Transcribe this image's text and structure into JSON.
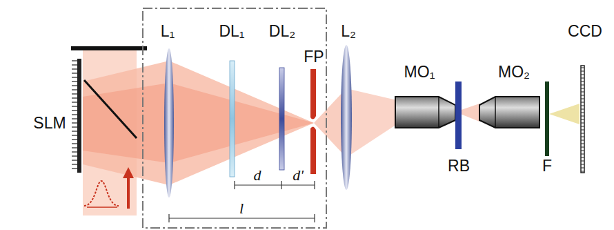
{
  "diagram": {
    "labels": [
      "SLM",
      "L₁",
      "DL₁",
      "DL₂",
      "FP",
      "L₂",
      "MO₁",
      "MO₂",
      "RB",
      "F",
      "CCD",
      "d",
      "d'",
      "l"
    ]
  }
}
